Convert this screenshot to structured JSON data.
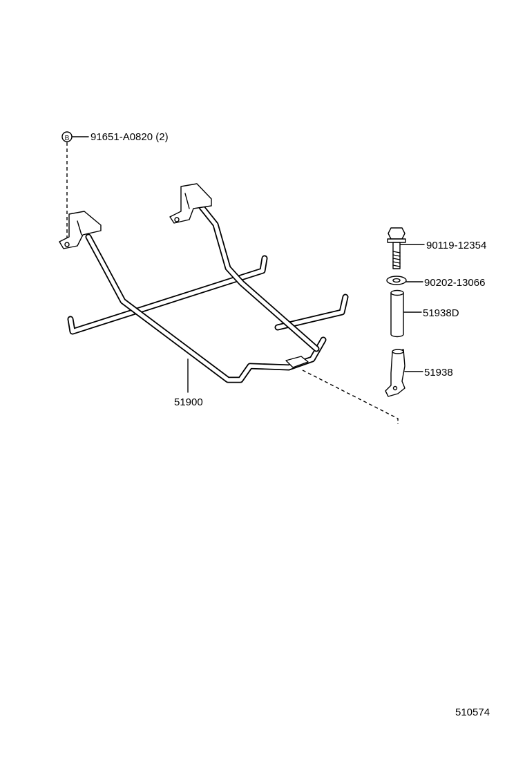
{
  "callouts": {
    "bolt_b_symbol": "B",
    "bolt_b_part": "91651-A0820 (2)",
    "bolt_part": "90119-12354",
    "washer_part": "90202-13066",
    "spacer_part": "51938D",
    "bracket_part": "51938",
    "frame_part": "51900"
  },
  "figure_id": "510574"
}
